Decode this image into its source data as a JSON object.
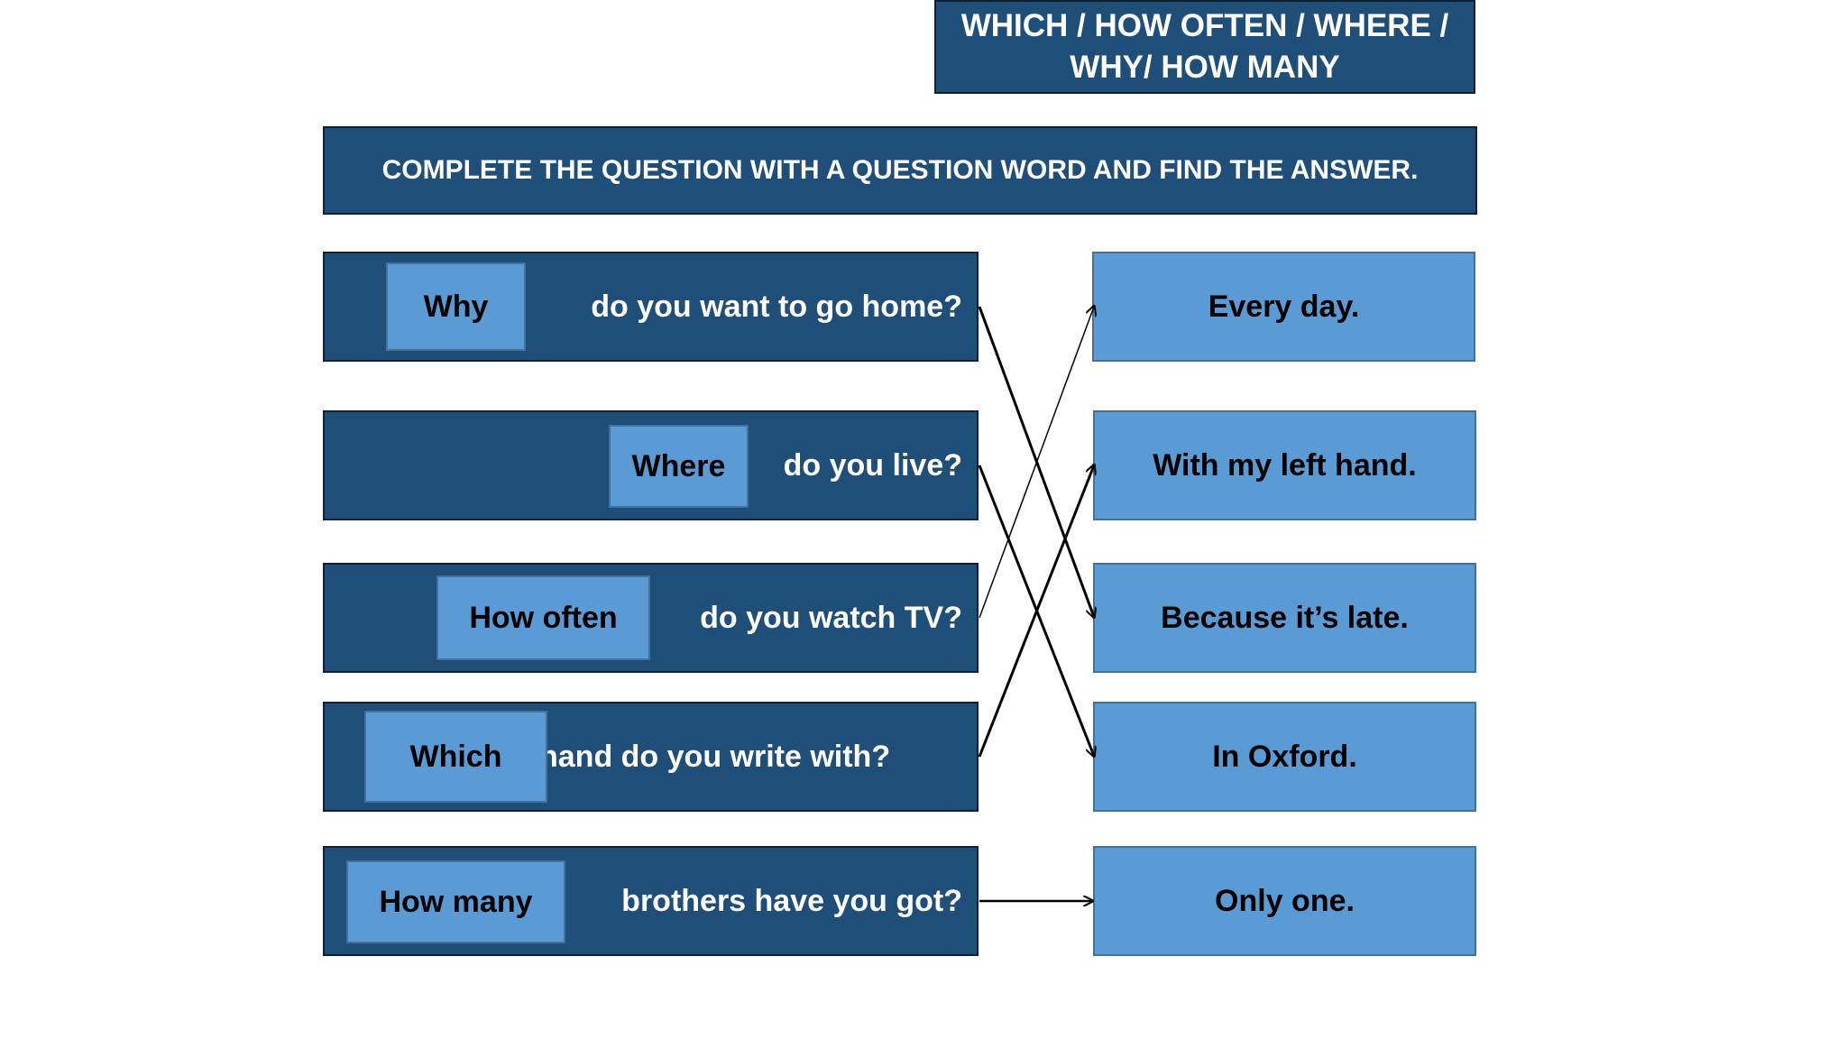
{
  "title": "WHICH / HOW OFTEN / WHERE / WHY/ HOW MANY",
  "instruction": "COMPLETE THE QUESTION WITH A QUESTION WORD AND FIND THE ANSWER.",
  "questions": [
    {
      "word": "Why",
      "text": "do you want to go home?"
    },
    {
      "word": "Where",
      "text": "do you live?"
    },
    {
      "word": "How often",
      "text": "do you watch TV?"
    },
    {
      "word": "Which",
      "text": "hand do you write with?"
    },
    {
      "word": "How many",
      "text": "brothers have you got?"
    }
  ],
  "answers": [
    "Every day.",
    "With my left hand.",
    "Because it’s late.",
    "In Oxford.",
    "Only one."
  ],
  "colors": {
    "dark_box": "#1f4e79",
    "light_box": "#5b9bd5",
    "arrow": "#000000"
  }
}
